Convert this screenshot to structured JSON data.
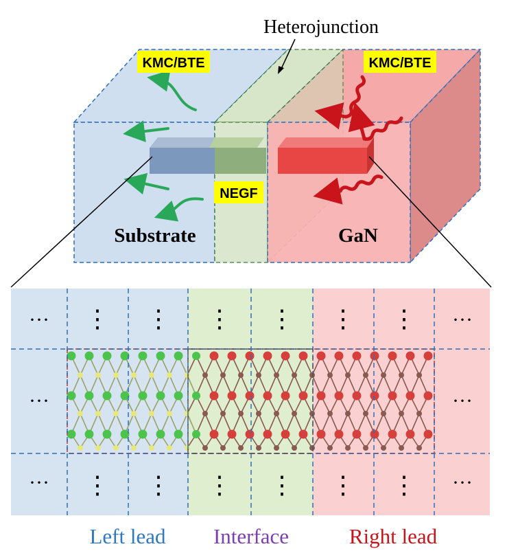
{
  "top": {
    "heterojunction_label": "Heterojunction",
    "left_method": "KMC/BTE",
    "right_method": "KMC/BTE",
    "center_method": "NEGF",
    "substrate_label": "Substrate",
    "gan_label": "GaN"
  },
  "grid": {
    "ellipsis_h": "···",
    "ellipsis_v": "⋮"
  },
  "legend": {
    "left": "Left lead",
    "middle": "Interface",
    "right": "Right lead"
  },
  "colors": {
    "substrate_fill": "#cfdff0",
    "interface_fill": "#dbe8cf",
    "gan_fill": "#f7b0b0",
    "dashed_blue": "#2e6fb8",
    "arrow_green": "#2aa85a",
    "arrow_red": "#c8141a",
    "label_bg": "#ffff00",
    "atom_green": "#4cc34c",
    "atom_yellow": "#e8e87a",
    "atom_red": "#d6403c",
    "atom_brown": "#8a5a50",
    "legend_left": "#2f78c4",
    "legend_mid": "#7d3fb0",
    "legend_right": "#c8141a"
  }
}
